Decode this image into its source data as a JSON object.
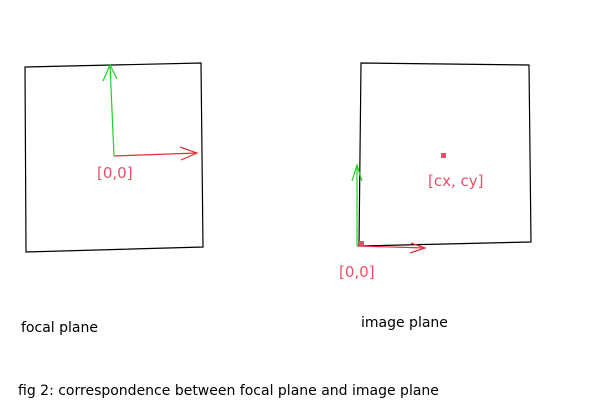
{
  "diagram": {
    "focal_plane": {
      "caption": "focal plane",
      "origin_label": "[0,0]"
    },
    "image_plane": {
      "caption": "image plane",
      "origin_label": "[0,0]",
      "center_label": "[cx, cy]"
    },
    "figure_caption": "fig 2: correspondence between focal plane and image plane"
  },
  "colors": {
    "frame": "#000000",
    "x_axis": "#e0303a",
    "y_axis": "#22d022",
    "label": "#e8506a",
    "point": "#e8506a"
  }
}
